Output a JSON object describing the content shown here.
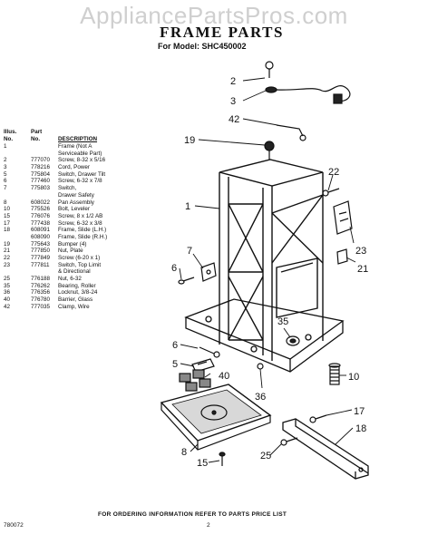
{
  "watermark": "AppliancePartsPros.com",
  "header": {
    "title": "FRAME PARTS",
    "model": "For Model: SHC450002"
  },
  "table": {
    "headers": {
      "illus": "Illus.\nNo.",
      "part": "Part\nNo.",
      "desc": "DESCRIPTION"
    },
    "rows": [
      {
        "illus": "1",
        "part": "",
        "desc": "Frame (Not A"
      },
      {
        "illus": "",
        "part": "",
        "desc": "Serviceable Part)"
      },
      {
        "illus": "2",
        "part": "777070",
        "desc": "Screw, 8-32 x 5/16"
      },
      {
        "illus": "3",
        "part": "778216",
        "desc": "Cord, Power"
      },
      {
        "illus": "5",
        "part": "775804",
        "desc": "Switch, Drawer Tilt"
      },
      {
        "illus": "6",
        "part": "777460",
        "desc": "Screw, 6-32 x 7/8"
      },
      {
        "illus": "7",
        "part": "775803",
        "desc": "Switch,"
      },
      {
        "illus": "",
        "part": "",
        "desc": "Drawer Safety"
      },
      {
        "illus": "8",
        "part": "608022",
        "desc": "Pan Assembly"
      },
      {
        "illus": "10",
        "part": "775526",
        "desc": "Bolt, Leveler"
      },
      {
        "illus": "15",
        "part": "776076",
        "desc": "Screw, 8 x 1/2 AB"
      },
      {
        "illus": "17",
        "part": "777438",
        "desc": "Screw, 6-32 x 3/8"
      },
      {
        "illus": "18",
        "part": "608091",
        "desc": "Frame, Slide (L.H.)"
      },
      {
        "illus": "",
        "part": "608090",
        "desc": "Frame, Slide (R.H.)"
      },
      {
        "illus": "19",
        "part": "775643",
        "desc": "Bumper (4)"
      },
      {
        "illus": "21",
        "part": "777850",
        "desc": "Nut, Plate"
      },
      {
        "illus": "22",
        "part": "777849",
        "desc": "Screw (6-20 x 1)"
      },
      {
        "illus": "23",
        "part": "777811",
        "desc": "Switch, Top Limit"
      },
      {
        "illus": "",
        "part": "",
        "desc": "& Directional"
      },
      {
        "illus": "25",
        "part": "776188",
        "desc": "Nut, 6-32"
      },
      {
        "illus": "35",
        "part": "776262",
        "desc": "Bearing, Roller"
      },
      {
        "illus": "36",
        "part": "776356",
        "desc": "Locknut, 3/8-24"
      },
      {
        "illus": "40",
        "part": "776780",
        "desc": "Barrier, Glass"
      },
      {
        "illus": "42",
        "part": "777035",
        "desc": "Clamp, Wire"
      }
    ]
  },
  "callouts": {
    "c1": "1",
    "c2": "2",
    "c3": "3",
    "c5": "5",
    "c6a": "6",
    "c6b": "6",
    "c7": "7",
    "c8": "8",
    "c10": "10",
    "c15": "15",
    "c17": "17",
    "c18": "18",
    "c19": "19",
    "c21": "21",
    "c22": "22",
    "c23": "23",
    "c25": "25",
    "c35": "35",
    "c36": "36",
    "c40": "40",
    "c42": "42"
  },
  "footer": {
    "note": "FOR ORDERING INFORMATION REFER TO PARTS PRICE LIST",
    "doc_code": "780072",
    "page": "2"
  }
}
